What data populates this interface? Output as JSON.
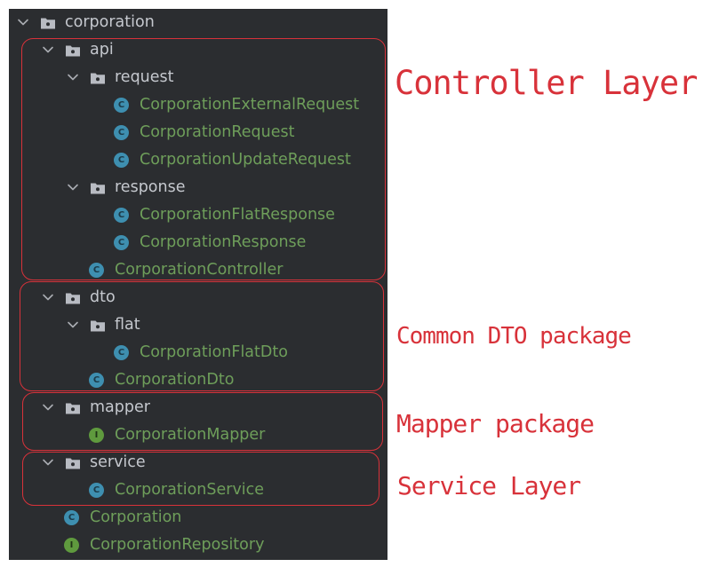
{
  "tree": [
    {
      "label": "corporation",
      "kind": "package",
      "depth": 0,
      "expanded": true
    },
    {
      "label": "api",
      "kind": "package",
      "depth": 1,
      "expanded": true
    },
    {
      "label": "request",
      "kind": "package",
      "depth": 2,
      "expanded": true
    },
    {
      "label": "CorporationExternalRequest",
      "kind": "class",
      "depth": 3
    },
    {
      "label": "CorporationRequest",
      "kind": "class",
      "depth": 3
    },
    {
      "label": "CorporationUpdateRequest",
      "kind": "class",
      "depth": 3
    },
    {
      "label": "response",
      "kind": "package",
      "depth": 2,
      "expanded": true
    },
    {
      "label": "CorporationFlatResponse",
      "kind": "class",
      "depth": 3
    },
    {
      "label": "CorporationResponse",
      "kind": "class",
      "depth": 3
    },
    {
      "label": "CorporationController",
      "kind": "class",
      "depth": 2
    },
    {
      "label": "dto",
      "kind": "package",
      "depth": 1,
      "expanded": true
    },
    {
      "label": "flat",
      "kind": "package",
      "depth": 2,
      "expanded": true
    },
    {
      "label": "CorporationFlatDto",
      "kind": "class",
      "depth": 3
    },
    {
      "label": "CorporationDto",
      "kind": "class",
      "depth": 2
    },
    {
      "label": "mapper",
      "kind": "package",
      "depth": 1,
      "expanded": true
    },
    {
      "label": "CorporationMapper",
      "kind": "interface",
      "depth": 2
    },
    {
      "label": "service",
      "kind": "package",
      "depth": 1,
      "expanded": true
    },
    {
      "label": "CorporationService",
      "kind": "class",
      "depth": 2
    },
    {
      "label": "Corporation",
      "kind": "class",
      "depth": 1
    },
    {
      "label": "CorporationRepository",
      "kind": "interface",
      "depth": 1
    }
  ],
  "icons": {
    "package": "package-folder-icon",
    "class": "class-icon",
    "interface": "interface-icon",
    "class_letter": "C",
    "interface_letter": "I"
  },
  "annotations": [
    {
      "id": "controller",
      "text": "Controller Layer"
    },
    {
      "id": "dto",
      "text": "Common DTO package"
    },
    {
      "id": "mapper",
      "text": "Mapper package"
    },
    {
      "id": "service",
      "text": "Service Layer"
    }
  ],
  "colors": {
    "panel_background": "#2b2d30",
    "folder_text": "#c5c8ce",
    "file_text": "#6e9e5a",
    "class_icon": "#3e8fb0",
    "interface_icon": "#5f9a3e",
    "annotation": "#d8323a"
  }
}
